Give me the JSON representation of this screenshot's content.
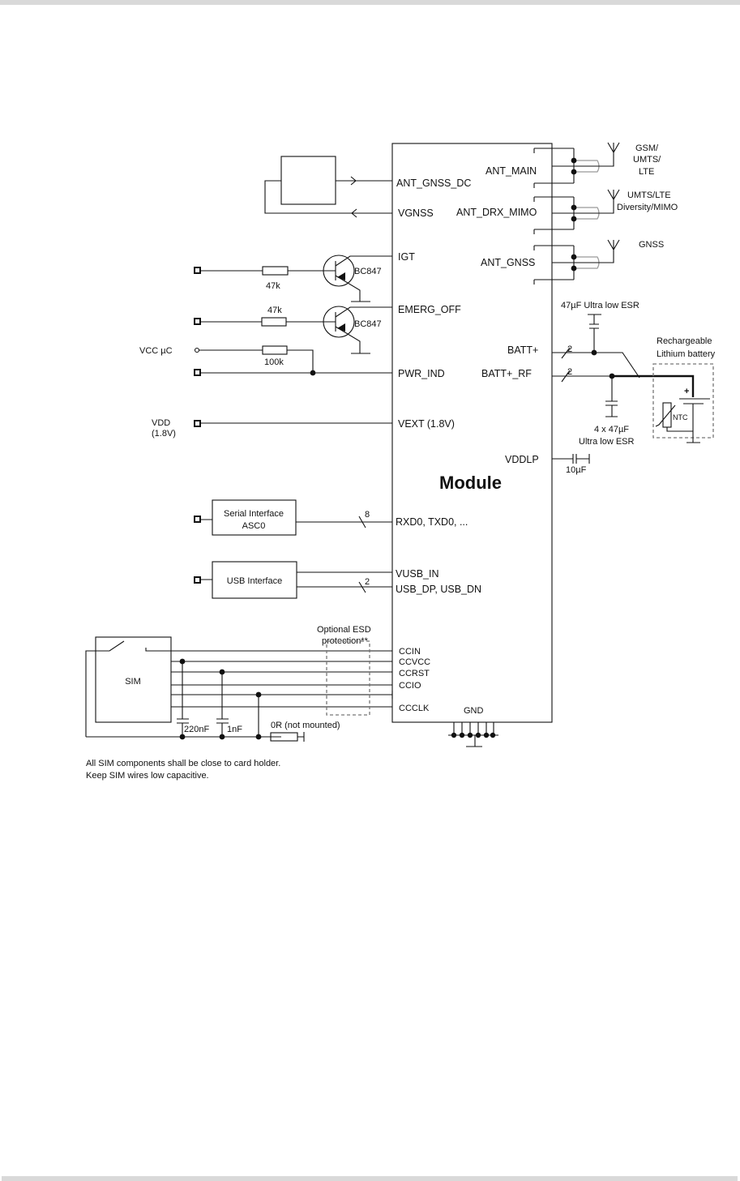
{
  "document": {
    "module_label": "Module",
    "pins_left": {
      "ant_gnss_dc": "ANT_GNSS_DC",
      "vgnss": "VGNSS",
      "igt": "IGT",
      "emerg_off": "EMERG_OFF",
      "pwr_ind": "PWR_IND",
      "vext": "VEXT (1.8V)",
      "rxd0": "RXD0, TXD0, ...",
      "vusb_in": "VUSB_IN",
      "usb_dp_dn": "USB_DP, USB_DN",
      "ccin": "CCIN",
      "ccvcc": "CCVCC",
      "ccrst": "CCRST",
      "ccio": "CCIO",
      "ccclk": "CCCLK",
      "gnd": "GND"
    },
    "pins_right": {
      "ant_main": "ANT_MAIN",
      "ant_drx_mimo": "ANT_DRX_MIMO",
      "ant_gnss": "ANT_GNSS",
      "batt": "BATT+",
      "batt_rf": "BATT+_RF",
      "vddlp": "VDDLP"
    },
    "antennas": {
      "main_line1": "GSM/",
      "main_line2": "UMTS/",
      "main_line3": "LTE",
      "drx_line1": "UMTS/LTE",
      "drx_line2": "Diversity/MIMO",
      "gnss": "GNSS"
    },
    "components": {
      "r_igt": "47k",
      "r_emerg": "47k",
      "r_pwr": "100k",
      "q_igt": "BC847",
      "q_emerg": "BC847",
      "vcc_uc": "VCC µC",
      "vdd_line1": "VDD",
      "vdd_line2": "(1.8V)",
      "serial_line1": "Serial Interface",
      "serial_line2": "ASC0",
      "serial_bus_width": "8",
      "usb": "USB Interface",
      "usb_bus_width": "2",
      "batt_bus_width": "2",
      "battrf_bus_width": "2",
      "cap_batt": "47µF Ultra low ESR",
      "cap_battrf_line1": "4 x 47µF",
      "cap_battrf_line2": "Ultra low ESR",
      "battery_line1": "Rechargeable",
      "battery_line2": "Lithium battery",
      "battery_plus": "+",
      "ntc": "NTC",
      "cap_vddlp": "10µF",
      "sim": "SIM",
      "esd_line1": "Optional ESD",
      "esd_line2": "protection**",
      "cap_sim1": "220nF",
      "cap_sim2": "1nF",
      "r_sim": "0R (not mounted)"
    },
    "notes": {
      "line1": "All SIM components shall be close to card holder.",
      "line2": "Keep SIM wires low capacitive."
    }
  }
}
